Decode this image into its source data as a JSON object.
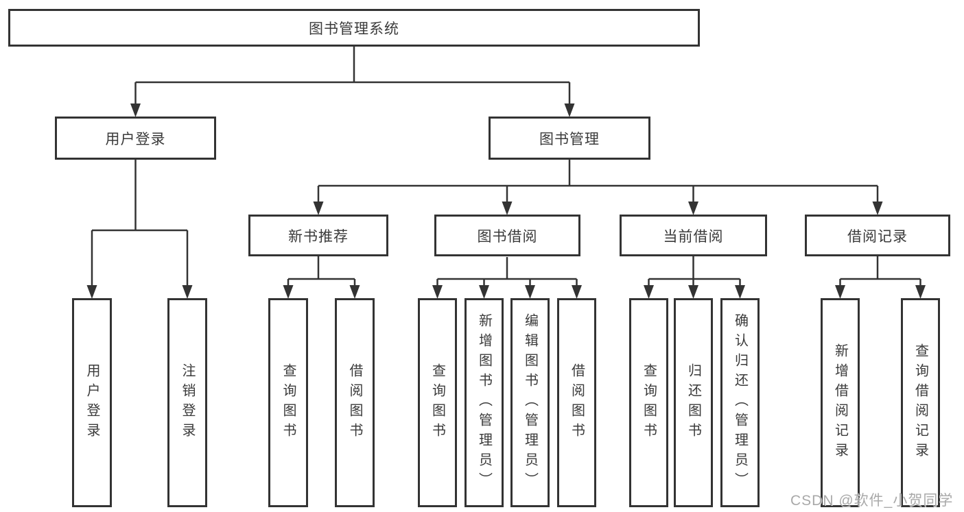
{
  "watermark": "CSDN @软件_小贺同学",
  "tree": {
    "root": {
      "label": "图书管理系统",
      "children": [
        {
          "label": "用户登录",
          "children": [
            {
              "label": "用户登录"
            },
            {
              "label": "注销登录"
            }
          ]
        },
        {
          "label": "图书管理",
          "children": [
            {
              "label": "新书推荐",
              "children": [
                {
                  "label": "查询图书"
                },
                {
                  "label": "借阅图书"
                }
              ]
            },
            {
              "label": "图书借阅",
              "children": [
                {
                  "label": "查询图书"
                },
                {
                  "label": "新增图书（管理员）"
                },
                {
                  "label": "编辑图书（管理员）"
                },
                {
                  "label": "借阅图书"
                }
              ]
            },
            {
              "label": "当前借阅",
              "children": [
                {
                  "label": "查询图书"
                },
                {
                  "label": "归还图书"
                },
                {
                  "label": "确认归还（管理员）"
                }
              ]
            },
            {
              "label": "借阅记录",
              "children": [
                {
                  "label": "新增借阅记录"
                },
                {
                  "label": "查询借阅记录"
                }
              ]
            }
          ]
        }
      ]
    }
  },
  "colors": {
    "line": "#333333",
    "box_border": "#333333",
    "box_fill": "#ffffff",
    "watermark_gray": "#a9a9a9"
  }
}
